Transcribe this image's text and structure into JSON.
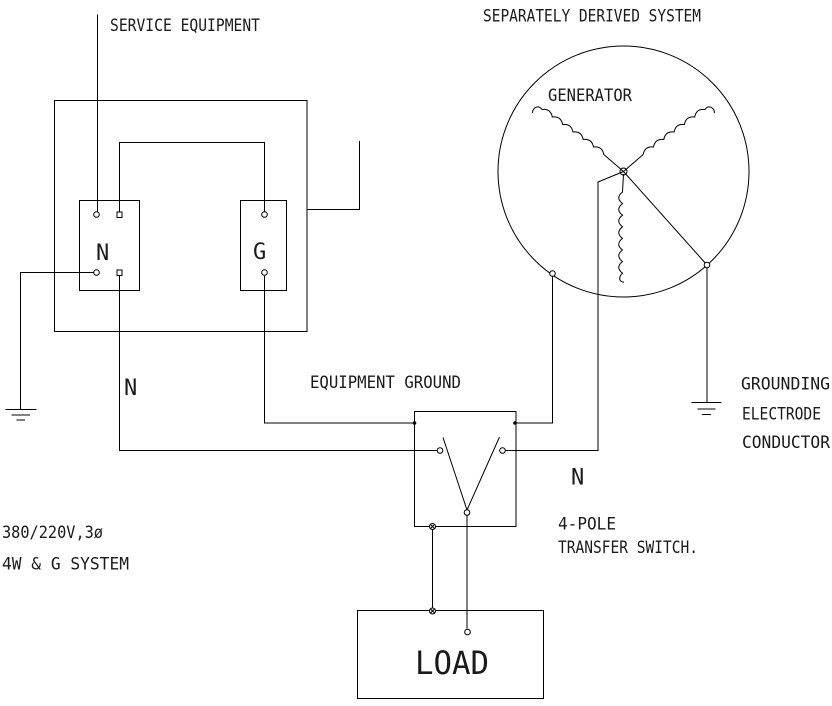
{
  "diagram": {
    "type": "electrical-one-line",
    "subject": "Grounding of a separately derived system (generator) with 4-pole transfer switch"
  },
  "labels": {
    "service_equipment": "SERVICE EQUIPMENT",
    "separately_derived_system": "SEPARATELY DERIVED SYSTEM",
    "generator": "GENERATOR",
    "equipment_ground": "EQUIPMENT GROUND",
    "neutral_bus": "N",
    "ground_bus": "G",
    "neutral_service": "N",
    "neutral_generator": "N",
    "grounding_line1": "GROUNDING",
    "grounding_line2": "ELECTRODE",
    "grounding_line3": "CONDUCTOR",
    "system_voltage": "380/220V,3ø",
    "system_wiring": "4W & G SYSTEM",
    "switch_line1": "4-POLE",
    "switch_line2": "TRANSFER SWITCH.",
    "load": "LOAD"
  },
  "colors": {
    "line": "#000000",
    "background": "#ffffff",
    "text": "#1a1a1a"
  }
}
